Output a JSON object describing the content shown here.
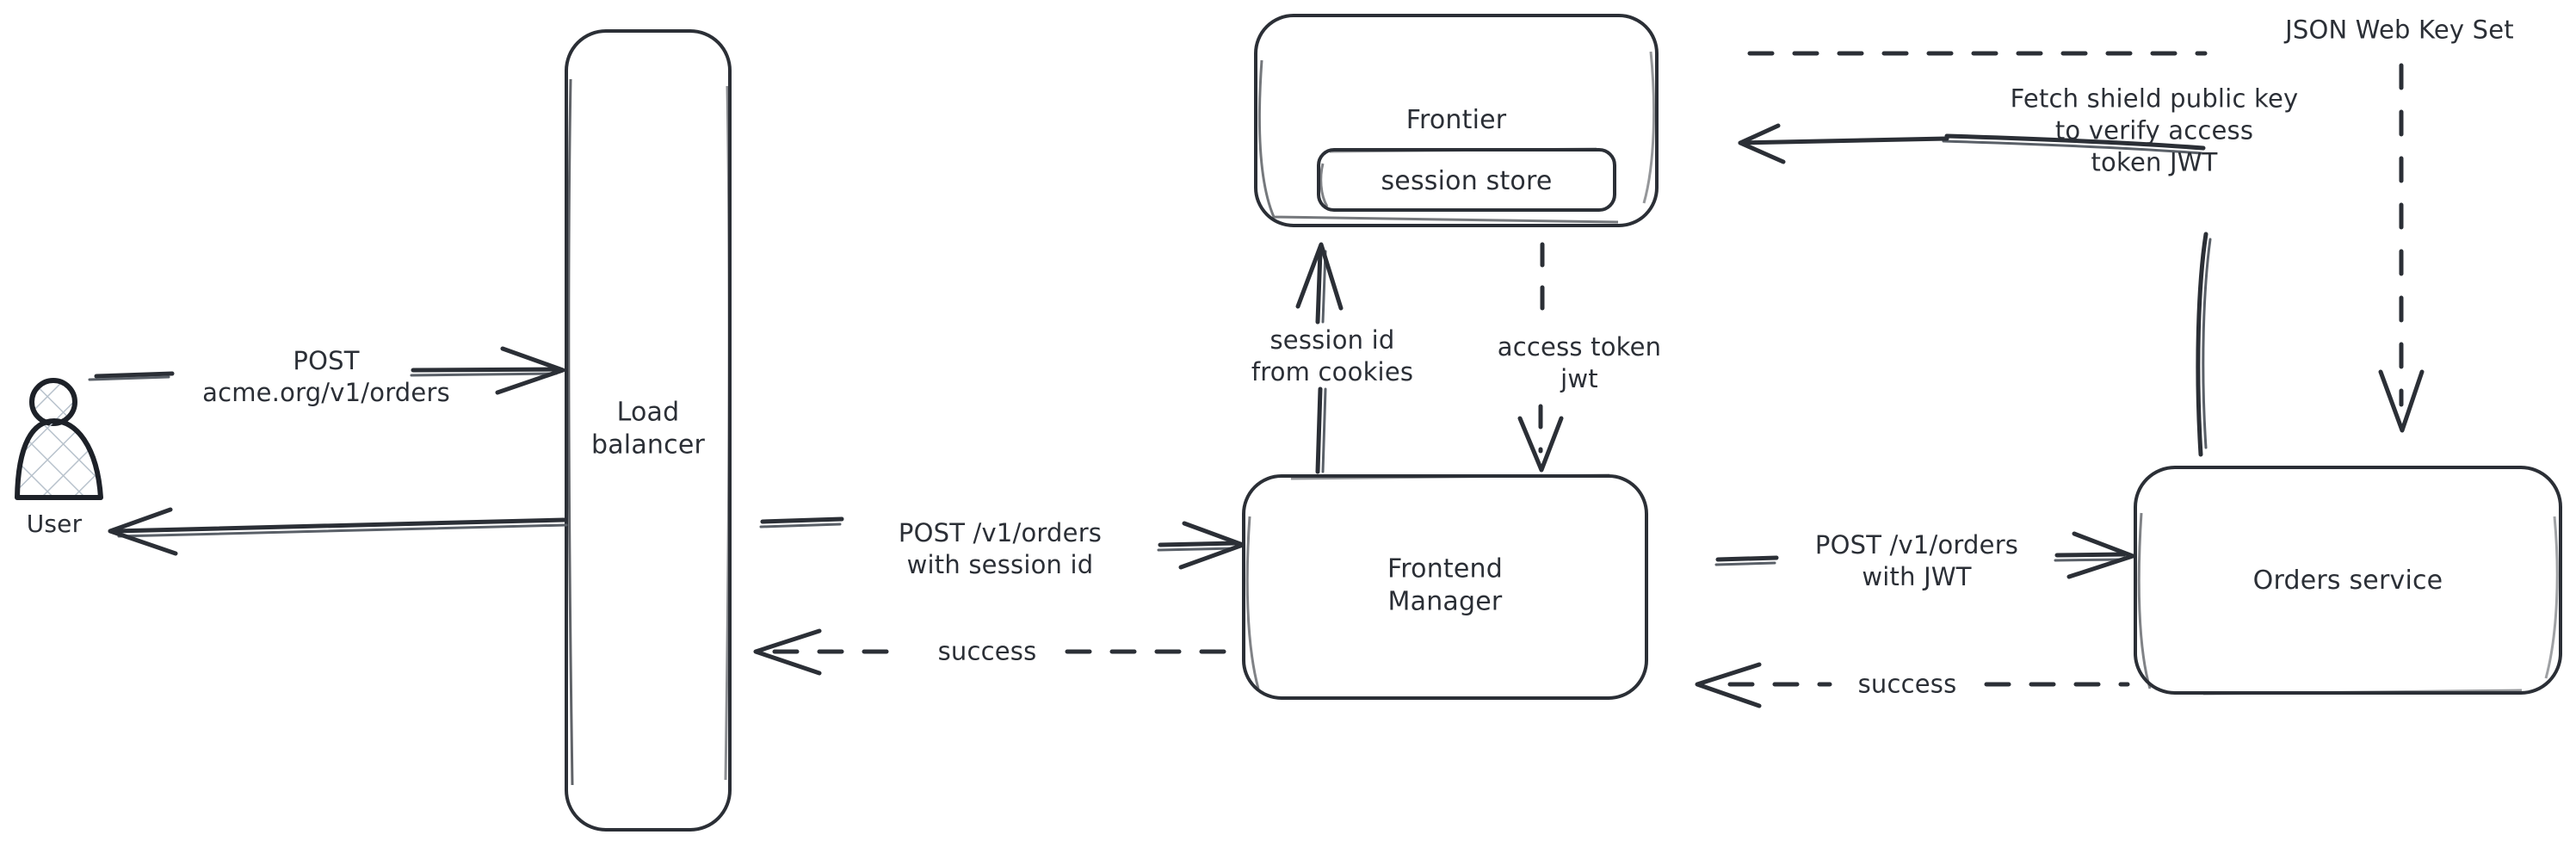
{
  "diagram": {
    "type": "architecture-flow",
    "background": "#ffffff",
    "stroke_color": "#2b2f36",
    "hatch_color": "#b8c2cc",
    "nodes": [
      {
        "id": "user",
        "label": "User",
        "shape": "actor"
      },
      {
        "id": "load-balancer",
        "label": "Load\nbalancer",
        "shape": "rounded-rect"
      },
      {
        "id": "frontier",
        "label": "Frontier",
        "shape": "rounded-rect"
      },
      {
        "id": "session-store",
        "label": "session store",
        "shape": "rounded-rect"
      },
      {
        "id": "frontend-manager",
        "label": "Frontend\nManager",
        "shape": "rounded-rect"
      },
      {
        "id": "orders-service",
        "label": "Orders service",
        "shape": "rounded-rect"
      }
    ],
    "edges": [
      {
        "id": "user-to-lb",
        "label": "POST\nacme.org/v1/orders",
        "style": "solid",
        "direction": "right"
      },
      {
        "id": "lb-to-user",
        "label": "",
        "style": "solid",
        "direction": "left"
      },
      {
        "id": "lb-to-fm",
        "label": "POST /v1/orders\nwith session id",
        "style": "solid",
        "direction": "right"
      },
      {
        "id": "fm-to-lb-success",
        "label": "success",
        "style": "dashed",
        "direction": "left"
      },
      {
        "id": "fm-to-orders",
        "label": "POST /v1/orders\nwith JWT",
        "style": "solid",
        "direction": "right"
      },
      {
        "id": "orders-to-fm-success",
        "label": "success",
        "style": "dashed",
        "direction": "left"
      },
      {
        "id": "fm-to-frontier",
        "label": "session id\nfrom cookies",
        "style": "solid",
        "direction": "up"
      },
      {
        "id": "frontier-to-fm-token",
        "label": "access token\njwt",
        "style": "dashed",
        "direction": "down"
      },
      {
        "id": "orders-to-frontier",
        "label": "Fetch shield public key\nto verify access\ntoken JWT",
        "style": "solid",
        "direction": "left"
      },
      {
        "id": "frontier-to-orders-jwks",
        "label": "JSON Web Key Set",
        "style": "dashed",
        "direction": "down"
      }
    ]
  }
}
